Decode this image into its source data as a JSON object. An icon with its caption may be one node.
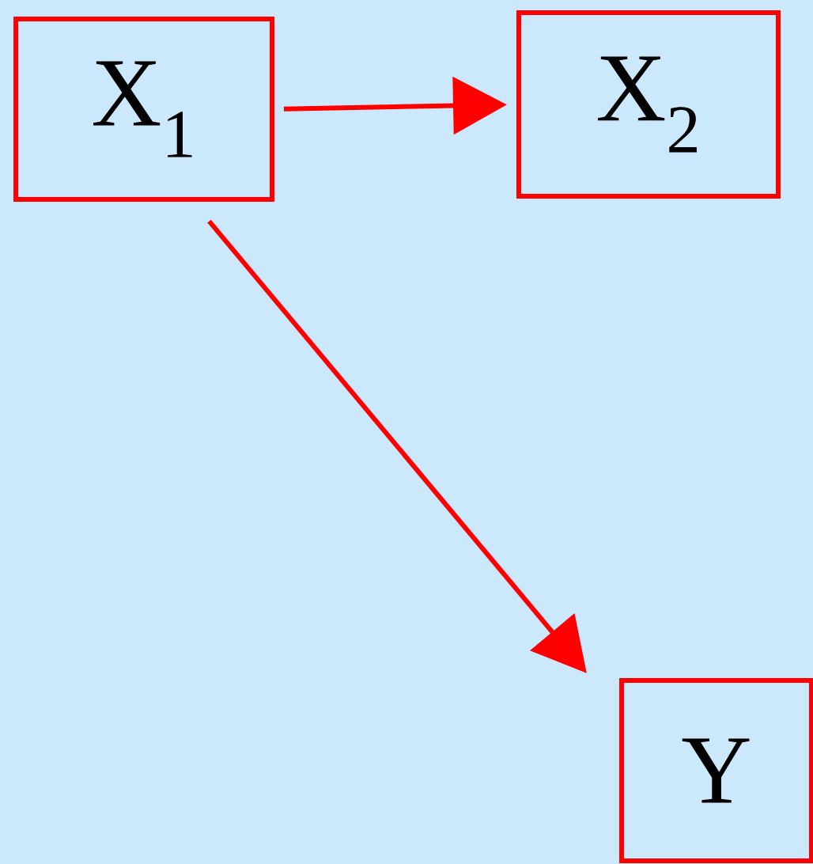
{
  "diagram": {
    "nodes": [
      {
        "text": [
          "X$_{1}$"
        ]
      },
      {
        "text": [
          "X$_{2}$"
        ]
      },
      {
        "text": [
          "Y"
        ]
      }
    ],
    "edges": [
      {
        "from": 0,
        "to": 1,
        "arrow": "to"
      },
      {
        "from": 0,
        "to": 2,
        "arrow": "to"
      }
    ]
  }
}
